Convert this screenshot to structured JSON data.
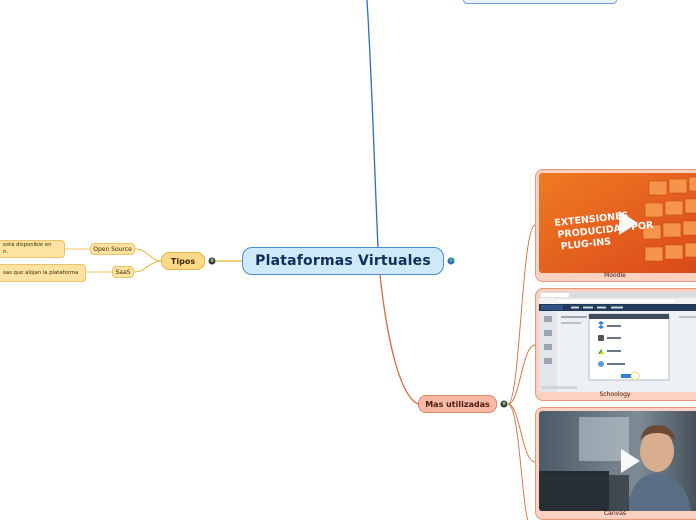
{
  "central": {
    "title": "Plataformas Virtuales"
  },
  "tipos": {
    "label": "Tipos",
    "children": [
      {
        "label": "Open Source",
        "leaf_lines": [
          "está disponible en",
          "n."
        ]
      },
      {
        "label": "SaaS",
        "leaf_lines": [
          "sas que alojan la plataforma",
          ""
        ]
      }
    ]
  },
  "mas_utilizadas": {
    "label": "Mas utilizadas",
    "platforms": [
      {
        "caption": "Moodle",
        "image_text": [
          "EXTENSIONES",
          "PRODUCIDAS POR",
          "PLUG-INS"
        ]
      },
      {
        "caption": "Schoology"
      },
      {
        "caption": "Canvas"
      }
    ]
  },
  "colors": {
    "central_fill": "#cfe9fb",
    "central_border": "#4a8fd0",
    "tipos_fill": "#fbd987",
    "mas_fill": "#f7b9a6",
    "line_blue": "#2a6fc0",
    "line_orange": "#d86a3c",
    "line_yellow": "#e8b535"
  },
  "icons": {
    "expand": "globe-icon",
    "play": "play-icon"
  }
}
